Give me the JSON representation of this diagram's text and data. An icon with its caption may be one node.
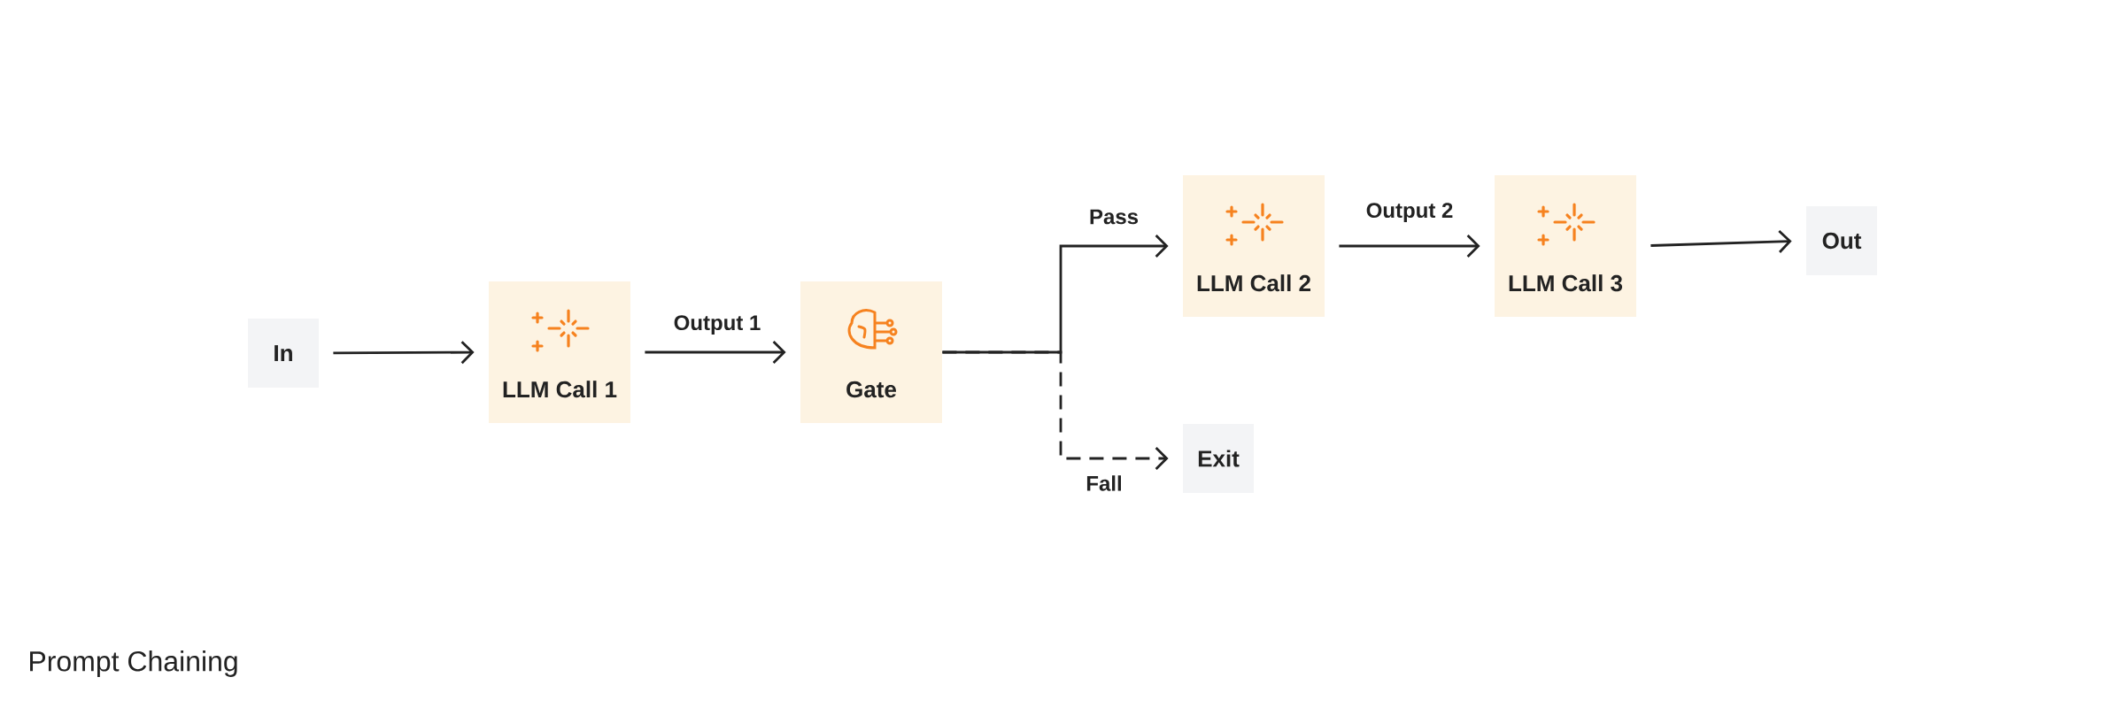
{
  "diagram": {
    "title": "Prompt Chaining",
    "nodes": [
      {
        "text": [
          "In"
        ]
      },
      {
        "text": [
          "LLM Call 1"
        ]
      },
      {
        "text": [
          "Gate"
        ]
      },
      {
        "text": [
          "LLM Call 2"
        ]
      },
      {
        "text": [
          "LLM Call 3"
        ]
      },
      {
        "text": [
          "Out"
        ]
      },
      {
        "text": [
          "Exit"
        ]
      }
    ],
    "edges": [
      {
        "from": 0,
        "to": 1,
        "arrow": "to"
      },
      {
        "from": 1,
        "to": 2,
        "arrow": "to",
        "label": "Output 1"
      },
      {
        "from": 2,
        "to": 3,
        "arrow": "to",
        "label": "Pass"
      },
      {
        "from": 2,
        "to": 6,
        "arrow": "to",
        "label": "Fall",
        "style": "dashed"
      },
      {
        "from": 3,
        "to": 4,
        "arrow": "to",
        "label": "Output 2"
      },
      {
        "from": 4,
        "to": 5,
        "arrow": "to"
      }
    ]
  }
}
